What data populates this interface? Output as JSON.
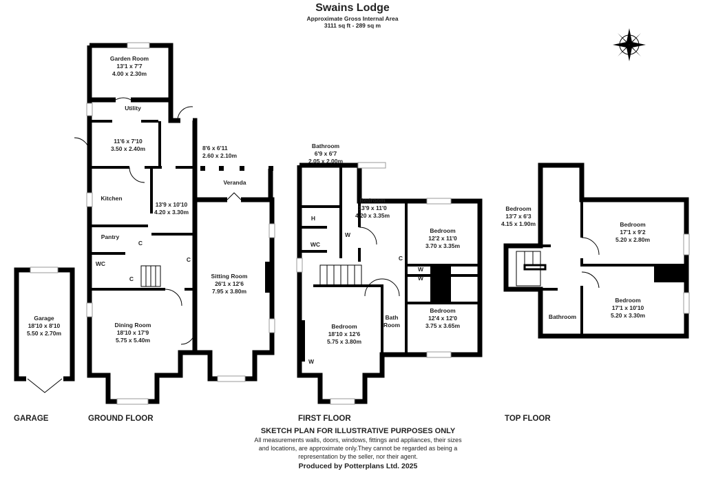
{
  "header": {
    "title": "Swains Lodge",
    "subtitle": "Approximate Gross Internal Area",
    "area": "3111 sq ft - 289 sq m"
  },
  "rooms": {
    "garden_room": {
      "name": "Garden Room",
      "imperial": "13'1 x 7'7",
      "metric": "4.00 x 2.30m"
    },
    "utility": {
      "name": "Utility"
    },
    "utility_area": {
      "imperial": "11'6 x 7'10",
      "metric": "3.50 x 2.40m"
    },
    "lobby": {
      "imperial": "8'6 x 6'11",
      "metric": "2.60 x 2.10m"
    },
    "veranda": {
      "name": "Veranda"
    },
    "kitchen": {
      "name": "Kitchen"
    },
    "kitchen_area": {
      "imperial": "13'9 x 10'10",
      "metric": "4.20 x 3.30m"
    },
    "pantry": {
      "name": "Pantry"
    },
    "wc_ground": {
      "name": "WC"
    },
    "cupboard": {
      "name": "C"
    },
    "sitting_room": {
      "name": "Sitting Room",
      "imperial": "26'1 x 12'6",
      "metric": "7.95 x 3.80m"
    },
    "dining_room": {
      "name": "Dining Room",
      "imperial": "18'10 x 17'9",
      "metric": "5.75 x 5.40m"
    },
    "garage": {
      "name": "Garage",
      "imperial": "18'10 x 8'10",
      "metric": "5.50 x 2.70m"
    },
    "bathroom_first": {
      "name": "Bathroom",
      "imperial": "6'9 x 6'7",
      "metric": "2.05 x 2.00m"
    },
    "bedroom_1": {
      "name": "Bedroom",
      "imperial": "13'9 x 11'0",
      "metric": "4.20 x 3.35m"
    },
    "bedroom_2": {
      "name": "Bedroom",
      "imperial": "12'2 x 11'0",
      "metric": "3.70 x 3.35m"
    },
    "bedroom_3": {
      "name": "Bedroom",
      "imperial": "12'4 x 12'0",
      "metric": "3.75 x 3.65m"
    },
    "bedroom_4": {
      "name": "Bedroom",
      "imperial": "18'10 x 12'6",
      "metric": "5.75 x 3.80m"
    },
    "bath_room": {
      "name1": "Bath",
      "name2": "Room"
    },
    "wc_first": {
      "name": "WC"
    },
    "hot_water": {
      "name": "H"
    },
    "wardrobe": {
      "name": "W"
    },
    "bedroom_top_1": {
      "name": "Bedroom",
      "imperial": "13'7 x 6'3",
      "metric": "4.15 x 1.90m"
    },
    "bedroom_top_2": {
      "name": "Bedroom",
      "imperial": "17'1 x 9'2",
      "metric": "5.20 x 2.80m"
    },
    "bedroom_top_3": {
      "name": "Bedroom",
      "imperial": "17'1 x 10'10",
      "metric": "5.20 x 3.30m"
    },
    "bathroom_top": {
      "name": "Bathroom"
    }
  },
  "floors": {
    "garage": "GARAGE",
    "ground": "GROUND FLOOR",
    "first": "FIRST FLOOR",
    "top": "TOP FLOOR"
  },
  "footer": {
    "heading": "SKETCH PLAN FOR ILLUSTRATIVE PURPOSES ONLY",
    "line1": "All measurements walls, doors, windows, fittings and appliances, their sizes",
    "line2": "and locations, are approximate only.They cannot be regarded as being a",
    "line3": "representation by the seller, nor their agent.",
    "producer": "Produced by Potterplans Ltd. 2025"
  },
  "icons": {
    "compass": "compass-rose-icon"
  },
  "colors": {
    "wall": "#000000",
    "window": "#dddddd"
  }
}
